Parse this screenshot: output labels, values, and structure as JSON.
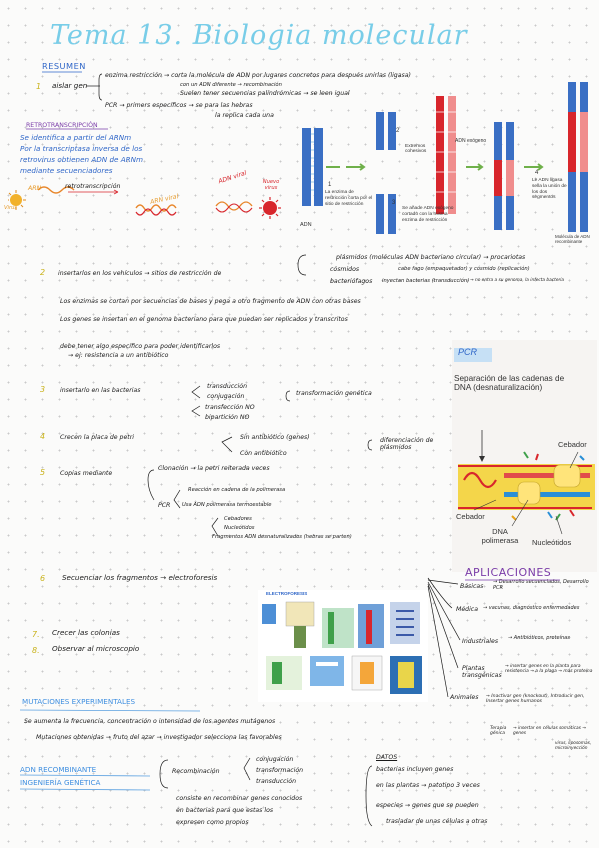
{
  "title": "Tema 13. Biologia molecular",
  "resumen": {
    "heading": "RESUMEN",
    "step1_num": "1",
    "step1": "aislar gen",
    "enzima_line": "enzima restricción → corta la molécula de ADN por lugares concretos para después unirlas (ligasa)",
    "adn_line": "con un ADN diferente → recombinación",
    "sec_line": "Suelen tener secuencias palíndrómicas → se leen igual",
    "pcr_line": "PCR → primers específicos → se para las hebras",
    "replica_line": "la replica cada una"
  },
  "retro": {
    "heading": "RETROTRANSCRIPCIÓN",
    "text1": "Se identifica a partir del ARNm",
    "text2": "Por la transcriptasa inversa de los",
    "text3": "retrovirus obtienen ADN de ARNm",
    "text4": "mediante secuenciadores",
    "arn": "ARN",
    "arrow_label": "retrotranscripción",
    "virus_label": "Virus",
    "arn_viral": "ARN viral",
    "adn_viral": "ADN viral",
    "nuevo_virus": "Nuevo virus"
  },
  "diagram1": {
    "adn": "ADN",
    "step1": "1",
    "enzima_text": "La enzima de restricción corta por el sitio de restricción",
    "step2": "2",
    "extremos": "Extremos cohesivos",
    "adn_exogeno": "ADN exógeno",
    "step3": "3",
    "exogeno_text": "Se añade ADN exógeno cortado con la misma enzima de restricción",
    "step4": "4",
    "ligasa_text": "Le ADN ligasa sella la unión de los dos segmentos",
    "recomb": "Molécula de ADN recombinante"
  },
  "step2": {
    "num": "2",
    "text": "insertarlos en los vehículos → sitios de restricción de",
    "plasmidos": "plásmidos (moléculas ADN bacteriano circular) → procariotas",
    "cosmidos": "cósmidos",
    "cosmidos_note": "cabe fago (empaquetador) y cósmido (replicación)",
    "bacterio": "bacteriófagos",
    "bacterio_note": "inyectan bacterias (transducción)",
    "bacterio_note2": "→ no entra a su genoma, la infecta bacteria",
    "enz1": "Los enzimas se cortan por secuencias de bases y pega a otro fragmento de ADN con otras bases",
    "enz2": "Los genes se insertan en el genoma bacteriano para que puedan ser replicados y transcritos",
    "marc1": "debe tener algo específico para poder identificarlos",
    "marc2": "→ ej: resistencia a un antibiótico"
  },
  "step3": {
    "num": "3",
    "text": "insertarlo en las bacterias",
    "b1": "transducción",
    "b2": "conjugación",
    "b3": "transfección NO",
    "b4": "bipartición NO",
    "result": "transformación genética"
  },
  "step4": {
    "num": "4",
    "text": "Crecen la placa de petri",
    "a": "Sin antibiótico (genes)",
    "b": "Con antibiótico",
    "result": "diferenciación de plásmidos"
  },
  "step5": {
    "num": "5",
    "text": "Copias mediante",
    "clon": "Clonación → la petri reiterada veces",
    "pcr": "PCR",
    "pcr_reac": "Reacción en cadena de la polimerasa",
    "pcr_usa": "Usa ADN polimerasa termoestable",
    "c1": "Cebadores",
    "c2": "Nucleótidos",
    "c3": "Fragmentos ADN desnaturalizados (hebras se parten)"
  },
  "pcr_diagram": {
    "title": "PCR",
    "sep": "Separación de las cadenas de DNA (desnaturalización)",
    "cebador_top": "Cebador",
    "cebador_bottom": "Cebador",
    "dna_pol": "DNA polimerasa",
    "nucleotidos": "Nucleótidos"
  },
  "step6": {
    "num": "6",
    "text": "Secuenciar los fragmentos → electroforesis",
    "img_title": "ELECTROFORESIS"
  },
  "step7": {
    "num": "7.",
    "text": "Crecer las colonias"
  },
  "step8": {
    "num": "8.",
    "text": "Observar al microscopio"
  },
  "aplicaciones": {
    "heading": "APLICACIONES",
    "items": [
      {
        "name": "Básicas",
        "note": "→ Desarrollo secuenciados, Desarrollo PCR"
      },
      {
        "name": "Médica",
        "note": "→ vacunas, diagnóstico enfermedades"
      },
      {
        "name": "Industriales",
        "note": "→ Antibióticos, proteínas"
      },
      {
        "name": "Plantas transgénicas",
        "note": "→ insertar genes en la planta para resistencia → a la plaga → más proteína"
      },
      {
        "name": "Animales",
        "note": "→ Inactivar gen (knockout), Introducir gen, Insertar genes humanos"
      }
    ],
    "terapia": "Terapia génica",
    "terapia_note": "→ insertar en células somáticas → genes",
    "virus": "virus, liposomas, microinyección"
  },
  "mutaciones": {
    "heading": "MUTACIONES EXPERIMENTALES",
    "l1": "Se aumenta la frecuencia, concentración o intensidad de los agentes mutágenos",
    "l2": "Mutaciones obtenidas → fruto del azar → investigador selecciona las favorables"
  },
  "adn_recomb": {
    "h1": "ADN RECOMBINANTE",
    "h2": "INGENIERÍA GENÉTICA",
    "recomb": "Recombinación",
    "c1": "conjugación",
    "c2": "transformación",
    "c3": "transducción",
    "t1": "consiste en recombinar genes conocidos",
    "t2": "en bacterias para que estas los",
    "t3": "expresen como propios"
  },
  "datos": {
    "heading": "DATOS",
    "d1": "bacterias incluyen genes",
    "d2": "en las plantas → patotipo 3 veces",
    "d3": "especies → genes que se pueden",
    "d4": "trasladar de unas células a otras"
  }
}
